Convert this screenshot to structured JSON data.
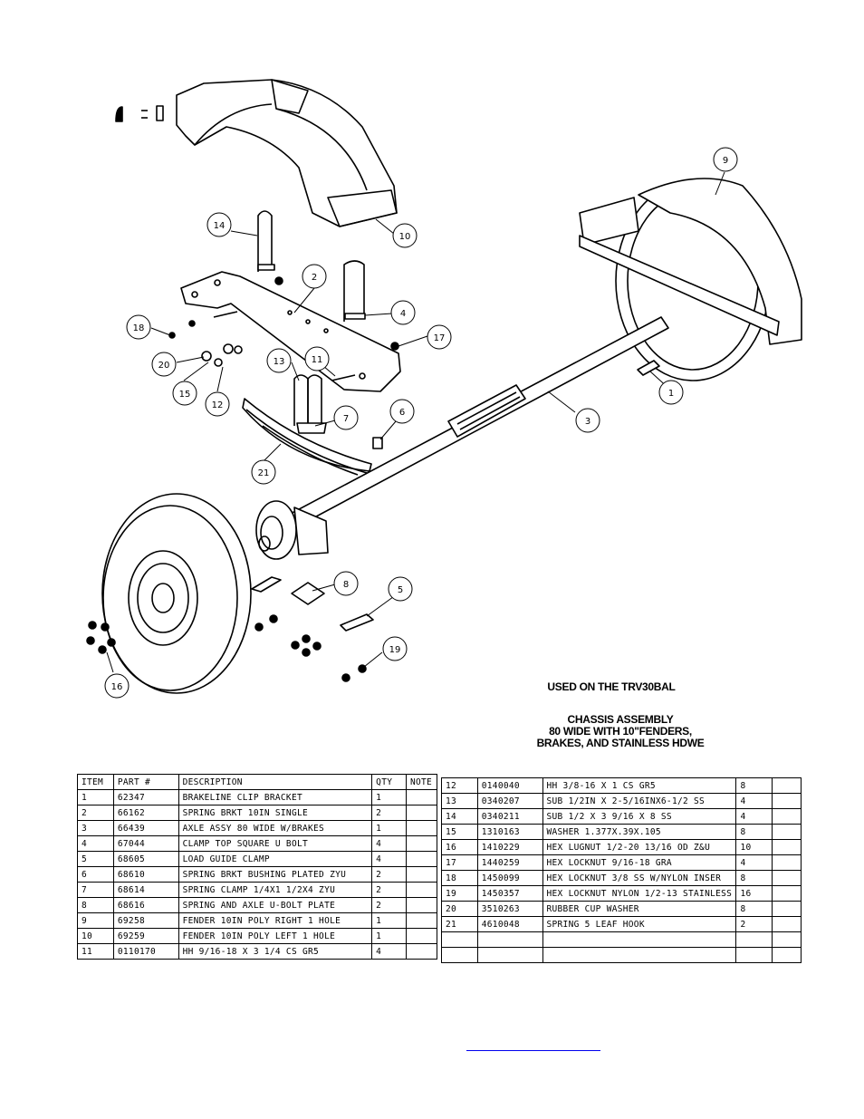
{
  "drawing": {
    "callouts": [
      "1",
      "2",
      "3",
      "4",
      "5",
      "6",
      "7",
      "8",
      "9",
      "10",
      "11",
      "12",
      "13",
      "14",
      "15",
      "16",
      "17",
      "18",
      "19",
      "20",
      "21"
    ]
  },
  "notes": {
    "used_on": "USED ON THE TRV30BAL",
    "title_lines": [
      "CHASSIS ASSEMBLY",
      "80 WIDE WITH 10\"FENDERS,",
      "BRAKES, AND STAINLESS HDWE"
    ]
  },
  "table_left": {
    "headers": [
      "ITEM",
      "PART #",
      "DESCRIPTION",
      "QTY",
      "NOTE"
    ],
    "rows": [
      [
        "1",
        "62347",
        "BRAKELINE CLIP BRACKET",
        "1",
        ""
      ],
      [
        "2",
        "66162",
        "SPRING BRKT  10IN SINGLE",
        "2",
        ""
      ],
      [
        "3",
        "66439",
        "AXLE ASSY 80 WIDE W/BRAKES",
        "1",
        ""
      ],
      [
        "4",
        "67044",
        "CLAMP TOP SQUARE U BOLT",
        "4",
        ""
      ],
      [
        "5",
        "68605",
        "LOAD GUIDE CLAMP",
        "4",
        ""
      ],
      [
        "6",
        "68610",
        "SPRING BRKT BUSHING PLATED ZYU",
        "2",
        ""
      ],
      [
        "7",
        "68614",
        "SPRING CLAMP   1/4X1 1/2X4  ZYU",
        "2",
        ""
      ],
      [
        "8",
        "68616",
        "SPRING AND AXLE U-BOLT PLATE",
        "2",
        ""
      ],
      [
        "9",
        "69258",
        "FENDER  10IN POLY RIGHT 1 HOLE",
        "1",
        ""
      ],
      [
        "10",
        "69259",
        "FENDER  10IN POLY LEFT 1 HOLE",
        "1",
        ""
      ],
      [
        "11",
        "0110170",
        "HH 9/16-18 X 3 1/4 CS GR5",
        "4",
        ""
      ]
    ]
  },
  "table_right": {
    "rows": [
      [
        "12",
        "0140040",
        "HH 3/8-16 X 1 CS GR5",
        "8",
        ""
      ],
      [
        "13",
        "0340207",
        "SUB 1/2IN X 2-5/16INX6-1/2 SS",
        "4",
        ""
      ],
      [
        "14",
        "0340211",
        "SUB 1/2 X 3 9/16 X 8 SS",
        "4",
        ""
      ],
      [
        "15",
        "1310163",
        "WASHER 1.377X.39X.105",
        "8",
        ""
      ],
      [
        "16",
        "1410229",
        "HEX LUGNUT 1/2-20 13/16 OD Z&U",
        "10",
        ""
      ],
      [
        "17",
        "1440259",
        "HEX LOCKNUT 9/16-18 GRA",
        "4",
        ""
      ],
      [
        "18",
        "1450099",
        "HEX LOCKNUT 3/8 SS W/NYLON INSER",
        "8",
        ""
      ],
      [
        "19",
        "1450357",
        "HEX LOCKNUT NYLON 1/2-13 STAINLESS",
        "16",
        ""
      ],
      [
        "20",
        "3510263",
        "RUBBER CUP WASHER",
        "8",
        ""
      ],
      [
        "21",
        "4610048",
        "SPRING  5 LEAF HOOK",
        "2",
        ""
      ],
      [
        "",
        "",
        "",
        "",
        ""
      ],
      [
        "",
        "",
        "",
        "",
        ""
      ]
    ]
  }
}
